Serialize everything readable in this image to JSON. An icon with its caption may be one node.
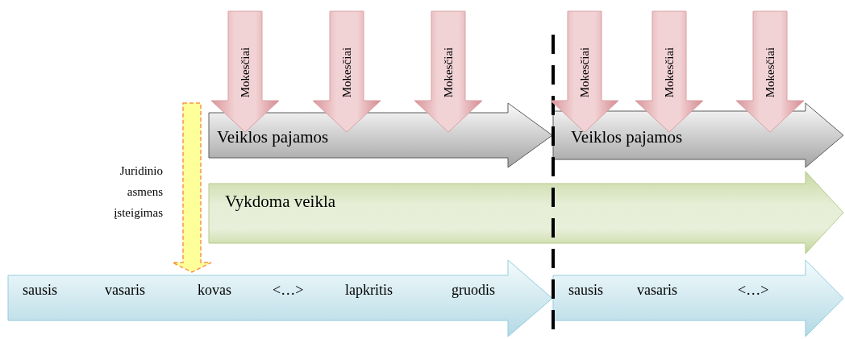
{
  "diagram": {
    "nodes": [
      {
        "text": [
          "Mokesčiai"
        ]
      },
      {
        "text": [
          "Mokesčiai"
        ]
      },
      {
        "text": [
          "Mokesčiai"
        ]
      },
      {
        "text": [
          "Mokesčiai"
        ]
      },
      {
        "text": [
          "Mokesčiai"
        ]
      },
      {
        "text": [
          "Mokesčiai"
        ]
      },
      {
        "text": [
          "Veiklos pajamos"
        ]
      },
      {
        "text": [
          "Veiklos pajamos"
        ]
      },
      {
        "text": [],
        "shape": "arrow",
        "beside": [
          "Juridinio asmens įsteigimas"
        ]
      },
      {
        "text": [
          "Vykdoma veikla"
        ]
      },
      {
        "text": [
          "sausis",
          "vasaris",
          "kovas",
          "<…>",
          "lapkritis",
          "gruodis"
        ]
      },
      {
        "text": [
          "sausis",
          "vasaris",
          "<…>"
        ]
      }
    ]
  }
}
